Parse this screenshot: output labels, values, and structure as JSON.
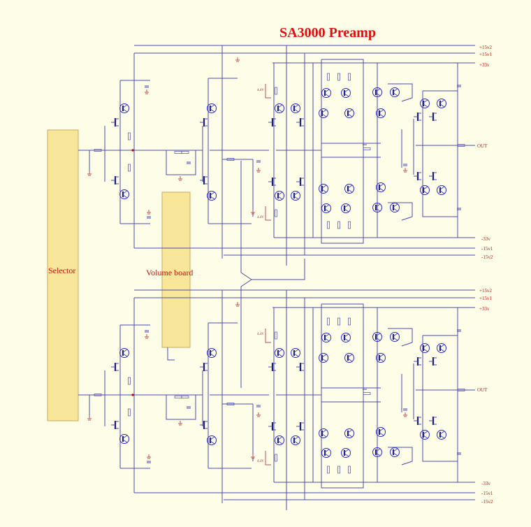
{
  "title": "SA3000 Preamp",
  "blocks": {
    "selector": "Selector",
    "volume": "Volume board"
  },
  "rails": {
    "top": [
      "+15v2",
      "+15v1",
      "+33v"
    ],
    "out": "OUT",
    "bottom": [
      "-33v",
      "-15v1",
      "-15v2"
    ]
  },
  "bias_labels": [
    "4.4V",
    "4.4V"
  ],
  "colors": {
    "background": "#fdfde8",
    "wire": "#4a4ab0",
    "label": "#d01010",
    "block": "#f8e79a"
  }
}
